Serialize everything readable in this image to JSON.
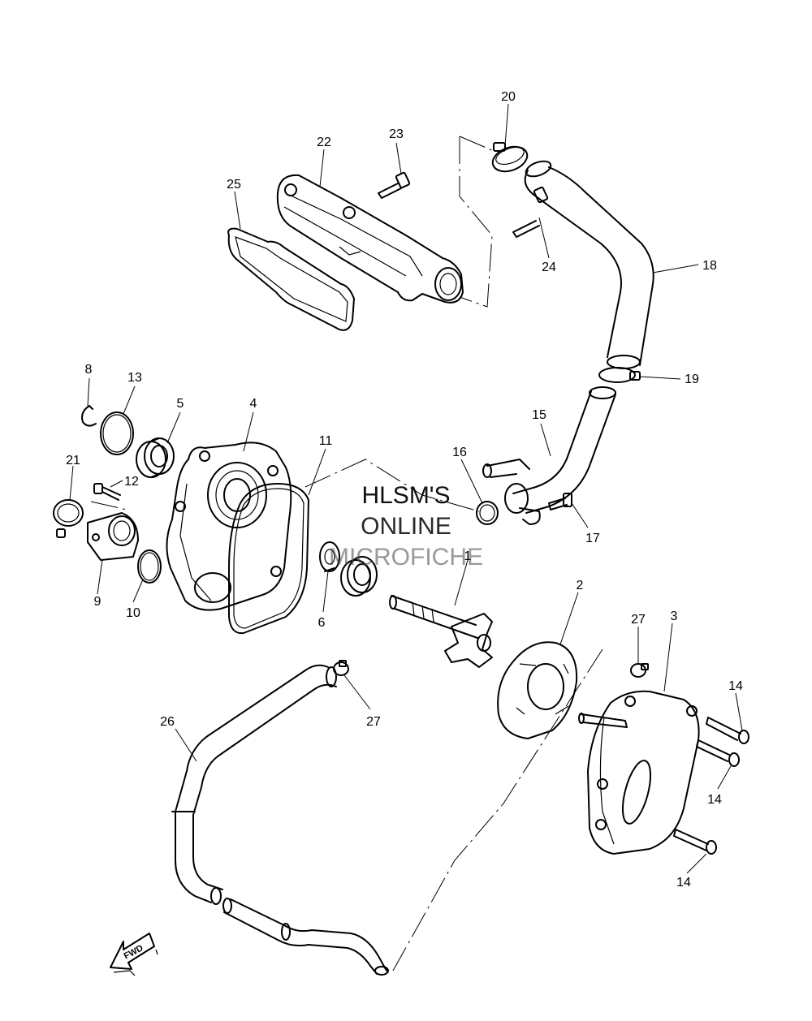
{
  "watermark": {
    "line1": "HLSM'S",
    "line2": "ONLINE",
    "line3": "MICROFICHE"
  },
  "fwd_label": "FWD",
  "part_labels": [
    "1",
    "2",
    "3",
    "4",
    "5",
    "6",
    "8",
    "9",
    "10",
    "11",
    "12",
    "13",
    "14",
    "15",
    "16",
    "17",
    "18",
    "19",
    "20",
    "21",
    "22",
    "23",
    "24",
    "25",
    "26",
    "27"
  ],
  "duplicate_labels": {
    "label_14b": "14",
    "label_14c": "14",
    "label_27b": "27"
  }
}
